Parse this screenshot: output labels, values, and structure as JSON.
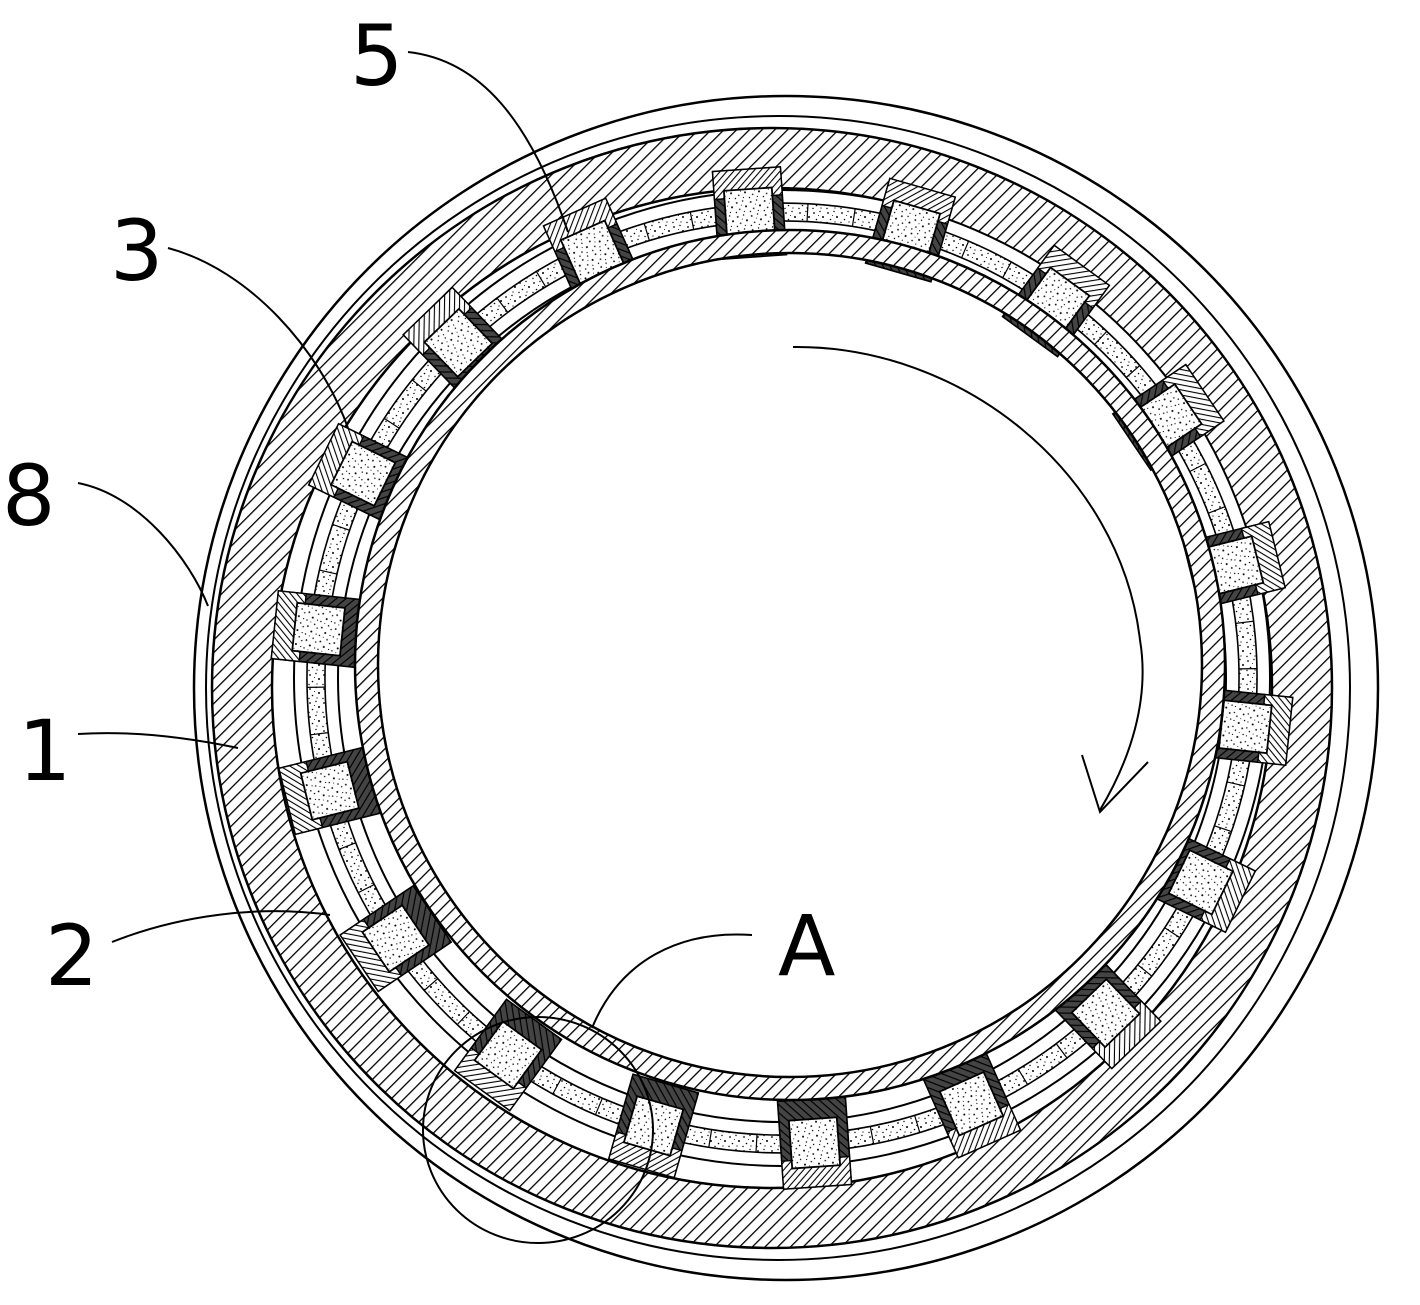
{
  "labels": {
    "part_5": "5",
    "part_3": "3",
    "part_8": "8",
    "part_1": "1",
    "part_2": "2",
    "detail_A": "A"
  },
  "colors": {
    "line": "#000000",
    "background": "#ffffff",
    "block_dark": "#222222"
  }
}
